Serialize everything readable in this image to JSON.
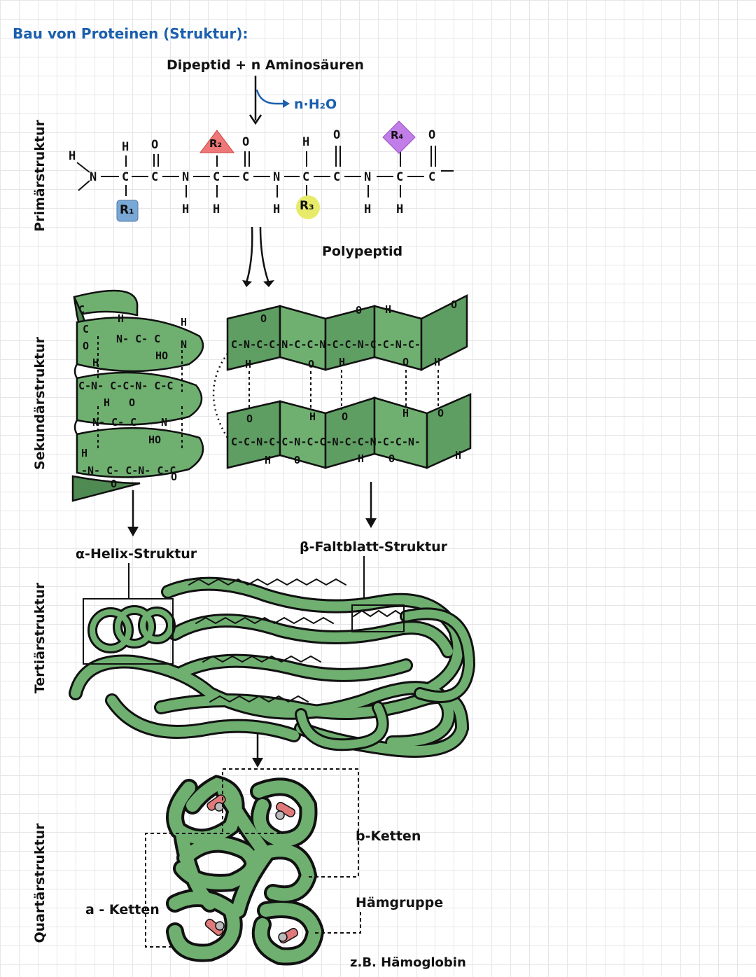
{
  "title": "Bau von Proteinen (Struktur):",
  "levels": {
    "primary": "Primärstruktur",
    "secondary": "Sekundärstruktur",
    "tertiary": "Tertiärstruktur",
    "quaternary": "Quartärstruktur"
  },
  "reaction": {
    "reactants": "Dipeptid + n Aminosäuren",
    "byproduct": "n·H₂O"
  },
  "residues": {
    "r1": "R₁",
    "r2": "R₂",
    "r3": "R₃",
    "r4": "R₄"
  },
  "colors": {
    "r1": "#7aa8d6",
    "r2": "#ee7777",
    "r3": "#e8eb6a",
    "r4": "#c27ee8",
    "helix": "#6fb070",
    "sheet": "#5e9e62",
    "heme": "#e07a7a",
    "accent": "#1b5fae"
  },
  "labels": {
    "polypeptide": "Polypeptid",
    "alpha_helix": "α-Helix-Struktur",
    "beta_sheet": "β-Faltblatt-Struktur",
    "beta_chains": "b-Ketten",
    "alpha_chains": "a - Ketten",
    "heme": "Hämgruppe",
    "example": "z.B. Hämoglobin"
  }
}
